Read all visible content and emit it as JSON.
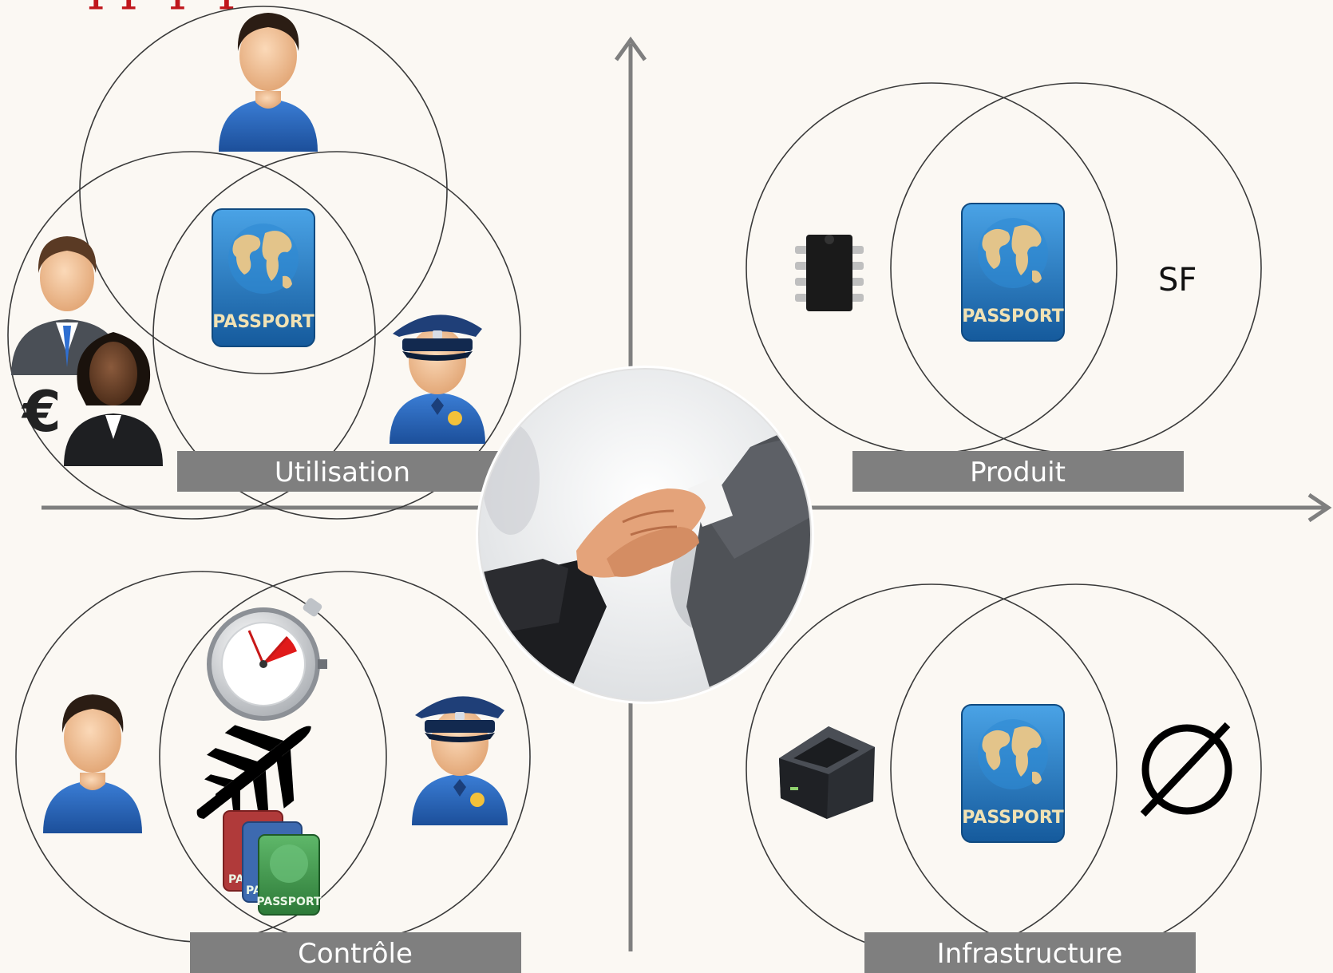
{
  "title_fragment": "pp  p p",
  "quadrants": {
    "utilisation": {
      "label": "Utilisation"
    },
    "produit": {
      "label": "Produit",
      "symbol": "SF"
    },
    "controle": {
      "label": "Contrôle"
    },
    "infrastructure": {
      "label": "Infrastructure",
      "symbol": "∅"
    }
  },
  "passport_text": "PASSPORT",
  "currency_symbol": "€",
  "icons": [
    "user-icon",
    "businessman-icon",
    "businesswoman-icon",
    "euro-icon",
    "police-officer-icon",
    "passport-icon",
    "chip-icon",
    "stopwatch-icon",
    "airplane-icon",
    "passport-stack-icon",
    "document-reader-icon",
    "empty-set-icon",
    "handshake-image"
  ],
  "colors": {
    "background": "#fbf8f3",
    "label_bar": "#7f7f7f",
    "axis": "#7f7f7f",
    "title_red": "#c0161c",
    "passport_blue": "#1f78c4",
    "user_blue": "#2a63b8"
  }
}
